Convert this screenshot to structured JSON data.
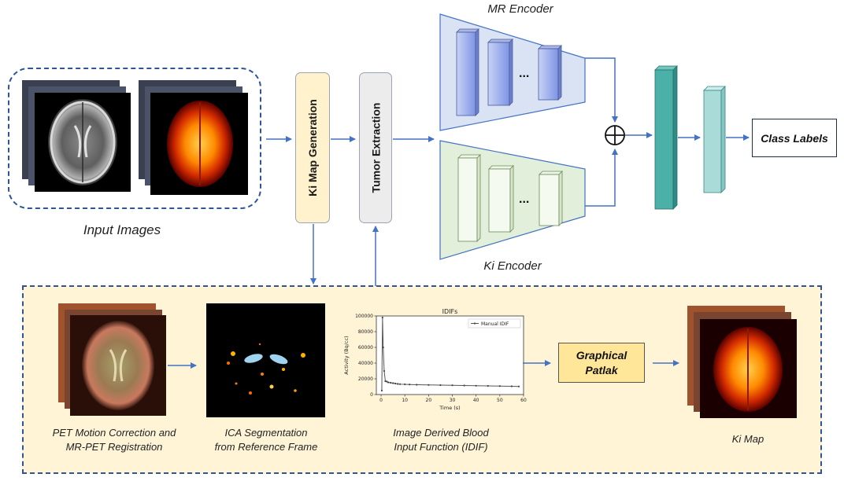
{
  "input": {
    "caption": "Input Images"
  },
  "pipeline": {
    "ki_map_generation": "Ki Map Generation",
    "tumor_extraction": "Tumor Extraction"
  },
  "encoders": {
    "mr_label": "MR Encoder",
    "ki_label": "Ki Encoder",
    "ellipsis": "..."
  },
  "fusion": {
    "symbol": "⊕"
  },
  "output": {
    "class_labels": "Class Labels"
  },
  "bottom": {
    "step1_line1": "PET Motion Correction and",
    "step1_line2": "MR-PET Registration",
    "step2_line1": "ICA Segmentation",
    "step2_line2": "from Reference Frame",
    "step3_line1": "Image Derived Blood",
    "step3_line2": "Input Function (IDIF)",
    "patlak_line1": "Graphical",
    "patlak_line2": "Patlak",
    "step4": "Ki Map"
  },
  "colors": {
    "arrow": "#4472c4",
    "mr_encoder_bg": "#dae3f3",
    "ki_encoder_bg": "#e2efda",
    "panel_bg": "#fff4d6",
    "teal_dark": "#4ab0a8",
    "teal_light": "#a9dcd8"
  },
  "chart_data": {
    "type": "line",
    "title": "IDIFs",
    "xlabel": "Time (s)",
    "ylabel": "Activity (Bq/cc)",
    "legend": "top-right",
    "series": [
      {
        "name": "Manual IDIF",
        "x": [
          0.3,
          0.6,
          0.9,
          1.3,
          1.8,
          2.4,
          3.0,
          4.0,
          5.0,
          6.0,
          7.0,
          8.0,
          10.0,
          12.0,
          15.0,
          20.0,
          25.0,
          30.0,
          35.0,
          40.0,
          45.0,
          50.0,
          55.0,
          58.0
        ],
        "y": [
          5000,
          98000,
          60000,
          30000,
          17000,
          16500,
          15500,
          15000,
          14500,
          14000,
          13500,
          13200,
          13000,
          12800,
          12500,
          12200,
          12000,
          11800,
          11500,
          11200,
          11000,
          10800,
          10500,
          10300
        ]
      }
    ],
    "xlim": [
      -2,
      60
    ],
    "ylim": [
      0,
      100000
    ],
    "xticks": [
      "0",
      "10",
      "20",
      "30",
      "40",
      "50",
      "60"
    ],
    "yticks": [
      "0",
      "20000",
      "40000",
      "60000",
      "80000",
      "100000"
    ],
    "grid": false
  }
}
